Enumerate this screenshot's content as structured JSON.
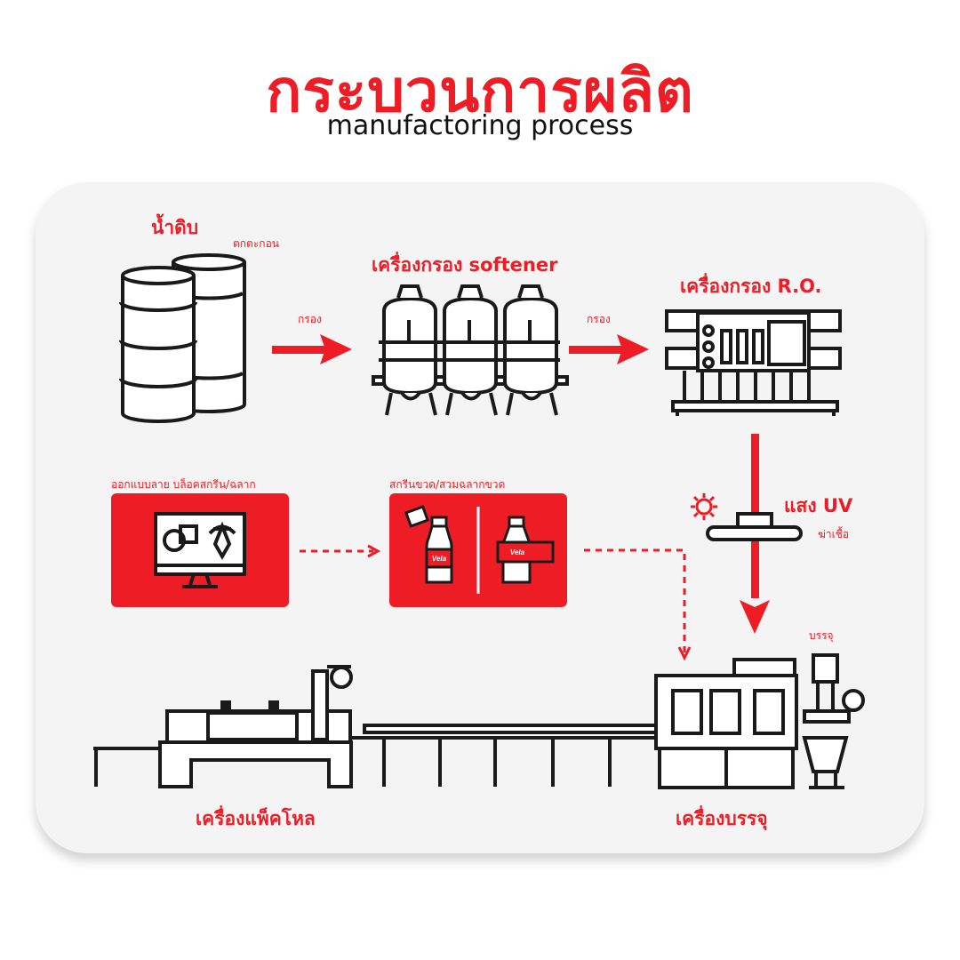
{
  "header": {
    "title": "กระบวนการผลิต",
    "subtitle": "manufactoring process"
  },
  "steps": {
    "raw_water": {
      "label": "น้ำดิบ",
      "note": "ตกตะกอน"
    },
    "filter_1": "กรอง",
    "softener": {
      "label": "เครื่องกรอง softener"
    },
    "filter_2": "กรอง",
    "ro": {
      "label": "เครื่องกรอง R.O."
    },
    "uv": {
      "label": "แสง UV",
      "note": "ฆ่าเชื้อ"
    },
    "design": {
      "label": "ออกแบบลาย บล็อคสกรีน/ฉลาก"
    },
    "screen": {
      "label": "สกรีนขวด/สวมฉลากขวด"
    },
    "bottle_brand": "Vela",
    "filling": {
      "note": "บรรจุ",
      "label": "เครื่องบรรจุ"
    },
    "packing": {
      "label": "เครื่องแพ็คโหล"
    }
  },
  "colors": {
    "accent": "#ee1c25",
    "line": "#1a1a1a",
    "panel": "#f4f4f4"
  }
}
